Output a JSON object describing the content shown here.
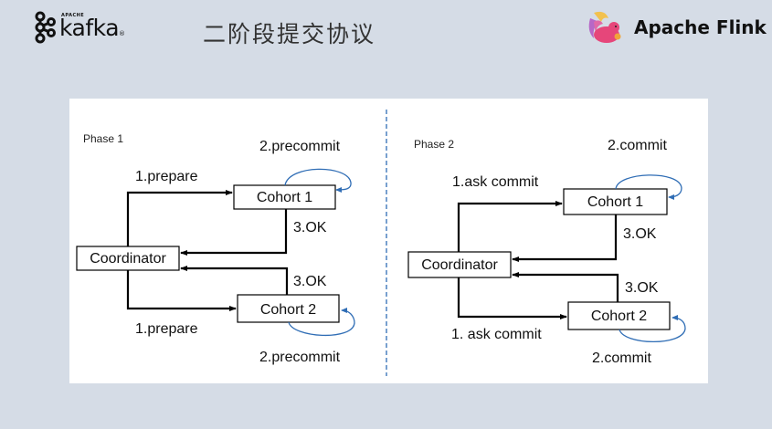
{
  "header": {
    "kafka_logo": {
      "small": "APACHE",
      "word": "kafka",
      "reg": "®"
    },
    "title": "二阶段提交协议",
    "flink_logo": {
      "word": "Apache Flink"
    }
  },
  "colors": {
    "background": "#d5dce6",
    "panel": "#ffffff",
    "self_loop": "#2f6db5",
    "divider": "#2f6db5"
  },
  "diagram": {
    "phase1": {
      "title": "Phase 1",
      "coordinator": "Coordinator",
      "cohort1": "Cohort 1",
      "cohort2": "Cohort 2",
      "step1_top": "1.prepare",
      "step1_bottom": "1.prepare",
      "step2_top": "2.precommit",
      "step2_bottom": "2.precommit",
      "step3_top": "3.OK",
      "step3_bottom": "3.OK"
    },
    "phase2": {
      "title": "Phase 2",
      "coordinator": "Coordinator",
      "cohort1": "Cohort 1",
      "cohort2": "Cohort 2",
      "step1_top": "1.ask commit",
      "step1_bottom": "1. ask commit",
      "step2_top": "2.commit",
      "step2_bottom": "2.commit",
      "step3_top": "3.OK",
      "step3_bottom": "3.OK"
    }
  }
}
